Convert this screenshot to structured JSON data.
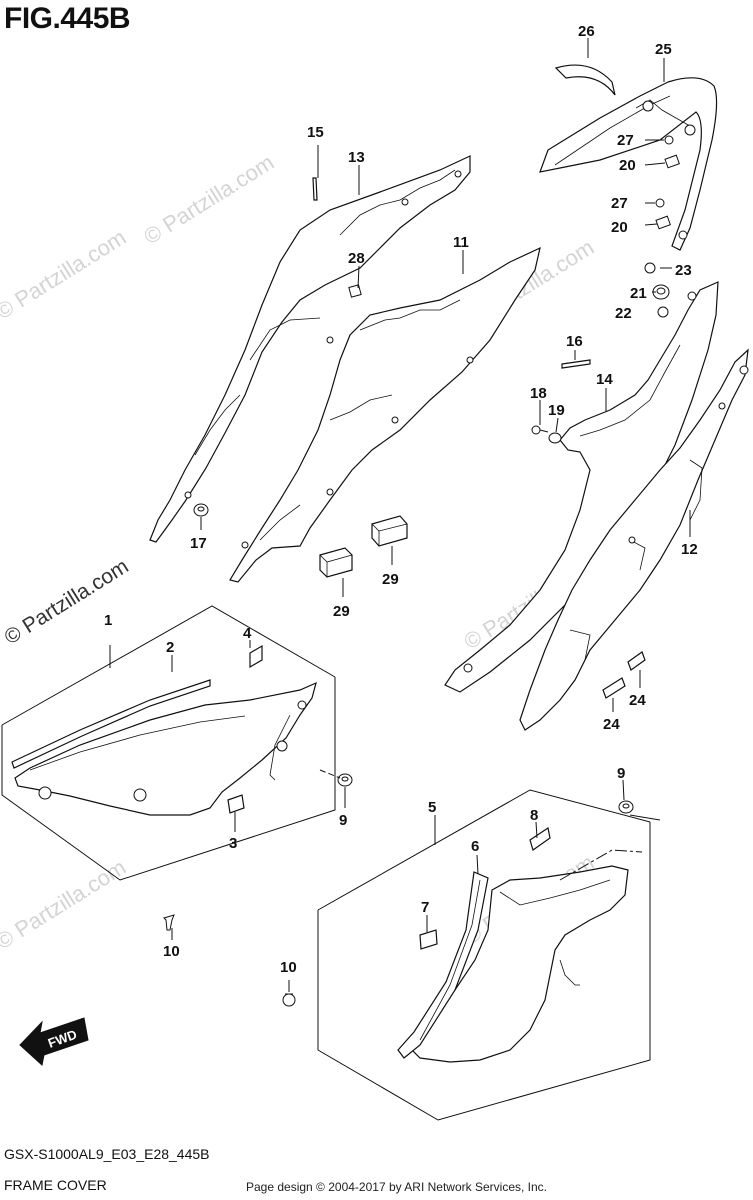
{
  "figure": {
    "title": "FIG.445B",
    "model_code": "GSX-S1000AL9_E03_E28_445B",
    "section_name": "FRAME COVER",
    "copyright": "Page design © 2004-2017 by ARI Network Services, Inc."
  },
  "watermark": {
    "text": "© Partzilla.com",
    "color": "#d4d4d4"
  },
  "direction_arrow": {
    "label": "FWD",
    "icon": "fwd-arrow-icon"
  },
  "callouts": {
    "c1": "1",
    "c2": "2",
    "c3": "3",
    "c4": "4",
    "c5": "5",
    "c6": "6",
    "c7": "7",
    "c8": "8",
    "c9a": "9",
    "c9b": "9",
    "c10a": "10",
    "c10b": "10",
    "c11": "11",
    "c12": "12",
    "c13": "13",
    "c14": "14",
    "c15": "15",
    "c16": "16",
    "c17": "17",
    "c18": "18",
    "c19": "19",
    "c20a": "20",
    "c20b": "20",
    "c21": "21",
    "c22": "22",
    "c23": "23",
    "c24a": "24",
    "c24b": "24",
    "c25": "25",
    "c26": "26",
    "c27a": "27",
    "c27b": "27",
    "c28": "28",
    "c29a": "29",
    "c29b": "29"
  }
}
